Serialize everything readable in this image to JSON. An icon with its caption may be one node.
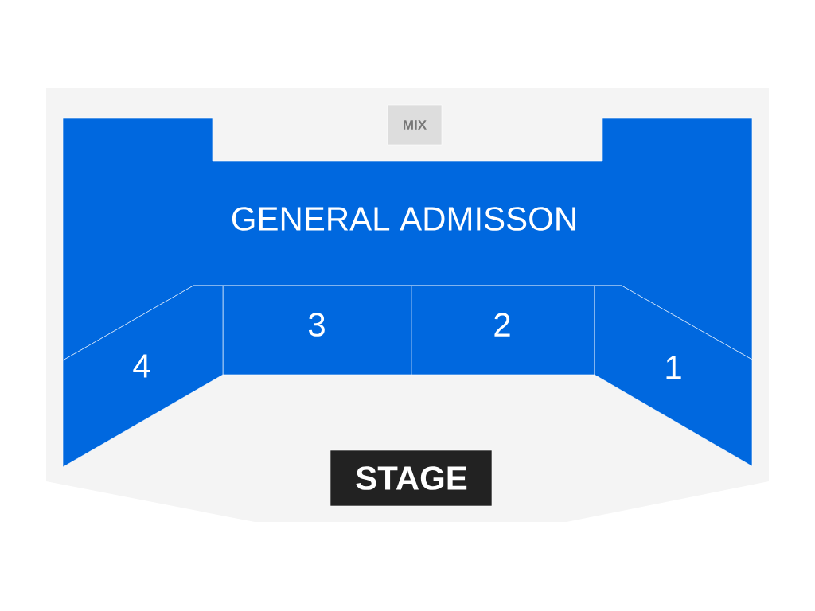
{
  "diagram": {
    "nodes": [
      {
        "text": [
          "MIX"
        ]
      },
      {
        "text": [
          "GENERAL ADMISSON"
        ]
      },
      {
        "text": [
          "3"
        ]
      },
      {
        "text": [
          "2"
        ]
      },
      {
        "text": [
          "4"
        ]
      },
      {
        "text": [
          "1"
        ]
      },
      {
        "text": [
          "STAGE"
        ]
      }
    ]
  }
}
